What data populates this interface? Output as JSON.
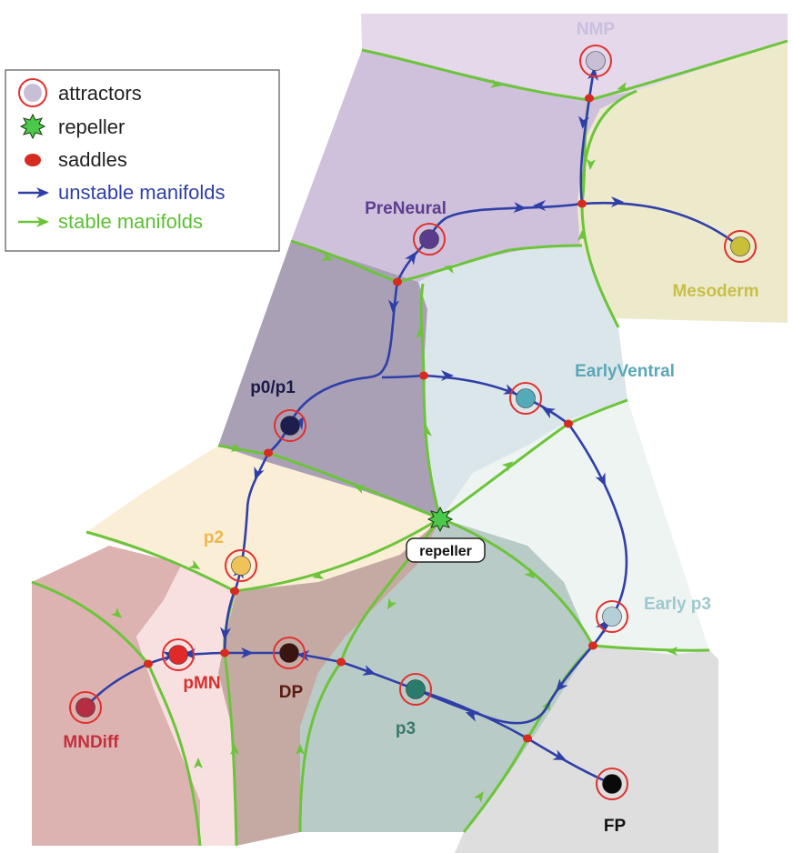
{
  "colors": {
    "unstable": "#2f3fa8",
    "stable": "#6cc43a",
    "attractor_ring": "#e0312e",
    "saddle": "#d62b20",
    "repeller": "#4cc94a"
  },
  "legend": {
    "attractors": "attractors",
    "repeller": "repeller",
    "saddles": "saddles",
    "unstable": "unstable manifolds",
    "stable": "stable manifolds"
  },
  "regions": [
    {
      "name": "NMP",
      "color": "#e4d8ea"
    },
    {
      "name": "PreNeural",
      "color": "#cfc1dc"
    },
    {
      "name": "Mesoderm",
      "color": "#eceacb"
    },
    {
      "name": "p0/p1",
      "color": "#a9a0b5"
    },
    {
      "name": "EarlyVentral",
      "color": "#dbe6ea"
    },
    {
      "name": "p2",
      "color": "#fbeed6"
    },
    {
      "name": "Early p3",
      "color": "#eef4f2"
    },
    {
      "name": "MNDiff",
      "color": "#dcb3b1"
    },
    {
      "name": "pMN",
      "color": "#f9e0e0"
    },
    {
      "name": "DP",
      "color": "#c5aaa4"
    },
    {
      "name": "p3",
      "color": "#b9cbc6"
    },
    {
      "name": "FP",
      "color": "#dedede"
    }
  ],
  "attractors": [
    {
      "id": "nmp",
      "label": "NMP",
      "fill": "#c8bfd6",
      "label_color": "#c9bfe0"
    },
    {
      "id": "preneural",
      "label": "PreNeural",
      "fill": "#5b3c8c",
      "label_color": "#5c3d8e"
    },
    {
      "id": "mesoderm",
      "label": "Mesoderm",
      "fill": "#c9bf3a",
      "label_color": "#c8bf48"
    },
    {
      "id": "p0p1",
      "label": "p0/p1",
      "fill": "#1d1e4e",
      "label_color": "#1a1b47"
    },
    {
      "id": "earlyventral",
      "label": "EarlyVentral",
      "fill": "#54aab8",
      "label_color": "#5aa7b6"
    },
    {
      "id": "p2",
      "label": "p2",
      "fill": "#f0c35a",
      "label_color": "#f0b64b"
    },
    {
      "id": "earlyp3",
      "label": "Early p3",
      "fill": "#b5cfd8",
      "label_color": "#9ec8cf"
    },
    {
      "id": "pmn",
      "label": "pMN",
      "fill": "#e02a2a",
      "label_color": "#d6302e"
    },
    {
      "id": "mndiff",
      "label": "MNDiff",
      "fill": "#b52d42",
      "label_color": "#c4303c"
    },
    {
      "id": "dp",
      "label": "DP",
      "fill": "#3a1410",
      "label_color": "#5a1a12"
    },
    {
      "id": "p3",
      "label": "p3",
      "fill": "#2a7b6c",
      "label_color": "#3a7a6e"
    },
    {
      "id": "fp",
      "label": "FP",
      "fill": "#0a0a0a",
      "label_color": "#111111"
    }
  ],
  "repeller": {
    "label": "repeller"
  }
}
